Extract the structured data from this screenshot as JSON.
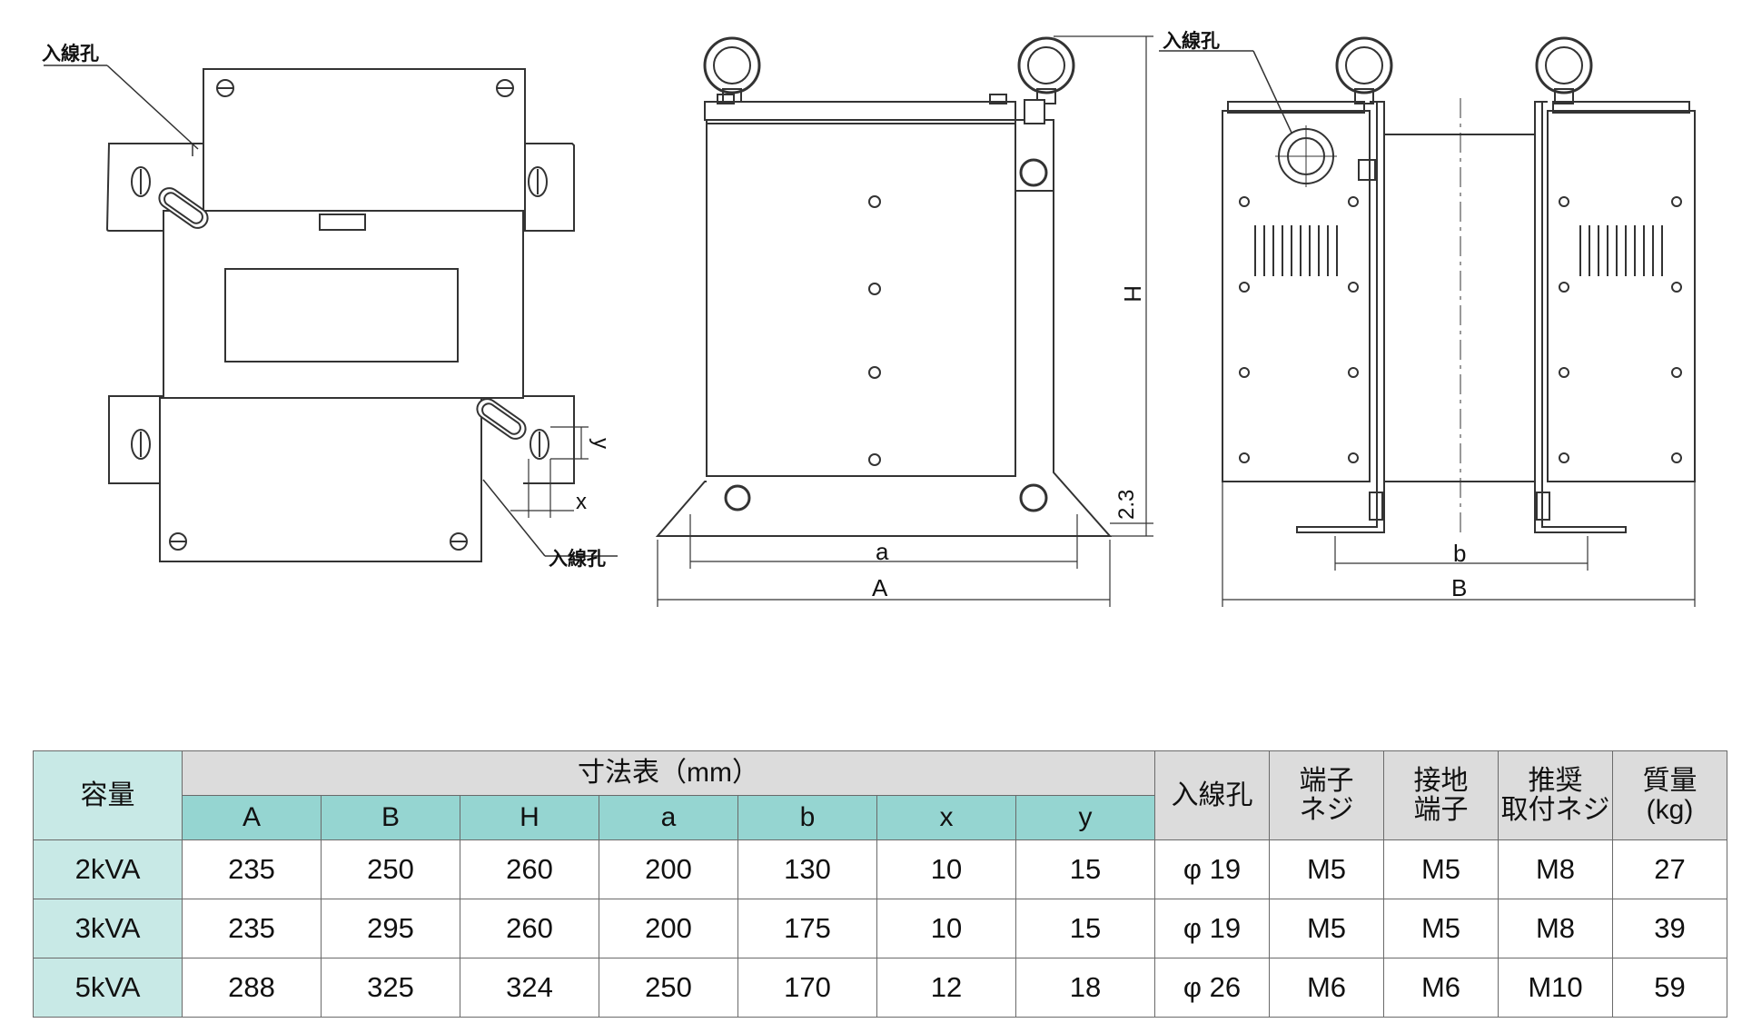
{
  "drawing": {
    "labels": {
      "inlet_hole": "入線孔",
      "dim_A": "A",
      "dim_a": "a",
      "dim_B": "B",
      "dim_b": "b",
      "dim_H": "H",
      "dim_x": "x",
      "dim_y": "y",
      "dim_23": "2.3"
    }
  },
  "table": {
    "title": "寸法表（mm）",
    "headers": {
      "capacity": "容量",
      "inlet_hole": "入線孔",
      "terminal_screw": "端子ネジ",
      "terminal_screw_l1": "端子",
      "terminal_screw_l2": "ネジ",
      "ground_terminal_l1": "接地",
      "ground_terminal_l2": "端子",
      "mount_screw_l1": "推奨",
      "mount_screw_l2": "取付ネジ",
      "mass_l1": "質量",
      "mass_l2": "(kg)"
    },
    "columns": [
      "A",
      "B",
      "H",
      "a",
      "b",
      "x",
      "y"
    ],
    "rows": [
      {
        "capacity": "2kVA",
        "dims": [
          "235",
          "250",
          "260",
          "200",
          "130",
          "10",
          "15"
        ],
        "inlet": "φ 19",
        "terminal": "M5",
        "ground": "M5",
        "mount": "M8",
        "mass": "27"
      },
      {
        "capacity": "3kVA",
        "dims": [
          "235",
          "295",
          "260",
          "200",
          "175",
          "10",
          "15"
        ],
        "inlet": "φ 19",
        "terminal": "M5",
        "ground": "M5",
        "mount": "M8",
        "mass": "39"
      },
      {
        "capacity": "5kVA",
        "dims": [
          "288",
          "325",
          "324",
          "250",
          "170",
          "12",
          "18"
        ],
        "inlet": "φ 26",
        "terminal": "M6",
        "ground": "M6",
        "mount": "M10",
        "mass": "59"
      }
    ]
  }
}
